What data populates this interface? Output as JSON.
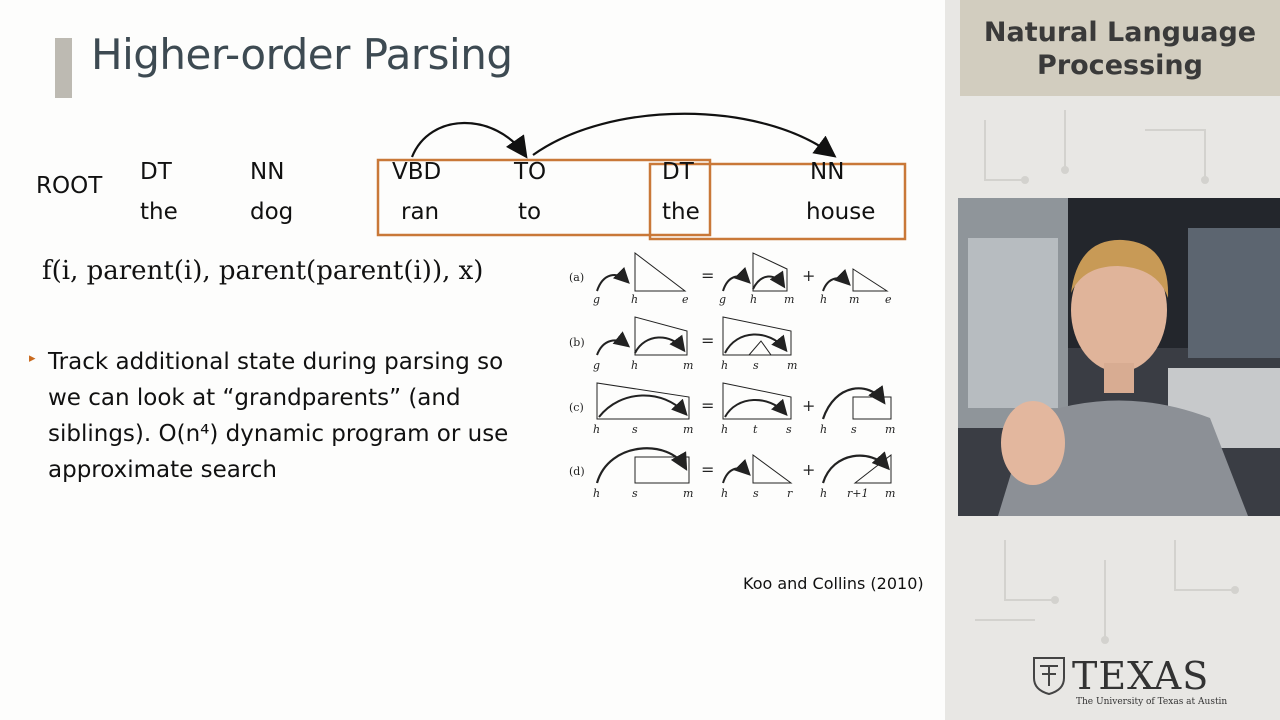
{
  "slide": {
    "title": "Higher-order Parsing",
    "root": "ROOT",
    "tokens": [
      {
        "tag": "DT",
        "word": "the"
      },
      {
        "tag": "NN",
        "word": "dog"
      },
      {
        "tag": "VBD",
        "word": "ran"
      },
      {
        "tag": "TO",
        "word": "to"
      },
      {
        "tag": "DT",
        "word": "the"
      },
      {
        "tag": "NN",
        "word": "house"
      }
    ],
    "formula": "f(i, parent(i), parent(parent(i)), x)",
    "bullet": "Track additional state during parsing so we can look at “grandparents” (and siblings). O(n⁴) dynamic program or use approximate search",
    "citation": "Koo and Collins (2010)",
    "figure": {
      "rows": [
        {
          "label": "(a)",
          "lhs": [
            "g",
            "h",
            "e"
          ],
          "rhs1": [
            "g",
            "h",
            "m"
          ],
          "rhs2": [
            "h",
            "m",
            "e"
          ]
        },
        {
          "label": "(b)",
          "lhs": [
            "g",
            "h",
            "m"
          ],
          "rhs1": [
            "h",
            "s",
            "m"
          ]
        },
        {
          "label": "(c)",
          "lhs": [
            "h",
            "s",
            "m"
          ],
          "rhs1": [
            "h",
            "t",
            "s"
          ],
          "rhs2": [
            "h",
            "s",
            "m"
          ]
        },
        {
          "label": "(d)",
          "lhs": [
            "h",
            "s",
            "m"
          ],
          "rhs1": [
            "h",
            "s",
            "r"
          ],
          "rhs2": [
            "h",
            "r+1",
            "m"
          ]
        }
      ],
      "equals": "=",
      "plus": "+"
    }
  },
  "panel": {
    "course_title_line1": "Natural Language",
    "course_title_line2": "Processing",
    "university_word": "TEXAS",
    "university_sub": "The University of Texas at Austin"
  },
  "colors": {
    "accent": "#c96a1e",
    "box": "#c97838",
    "title": "#3d4a52",
    "course_box": "#d2cdbf"
  }
}
